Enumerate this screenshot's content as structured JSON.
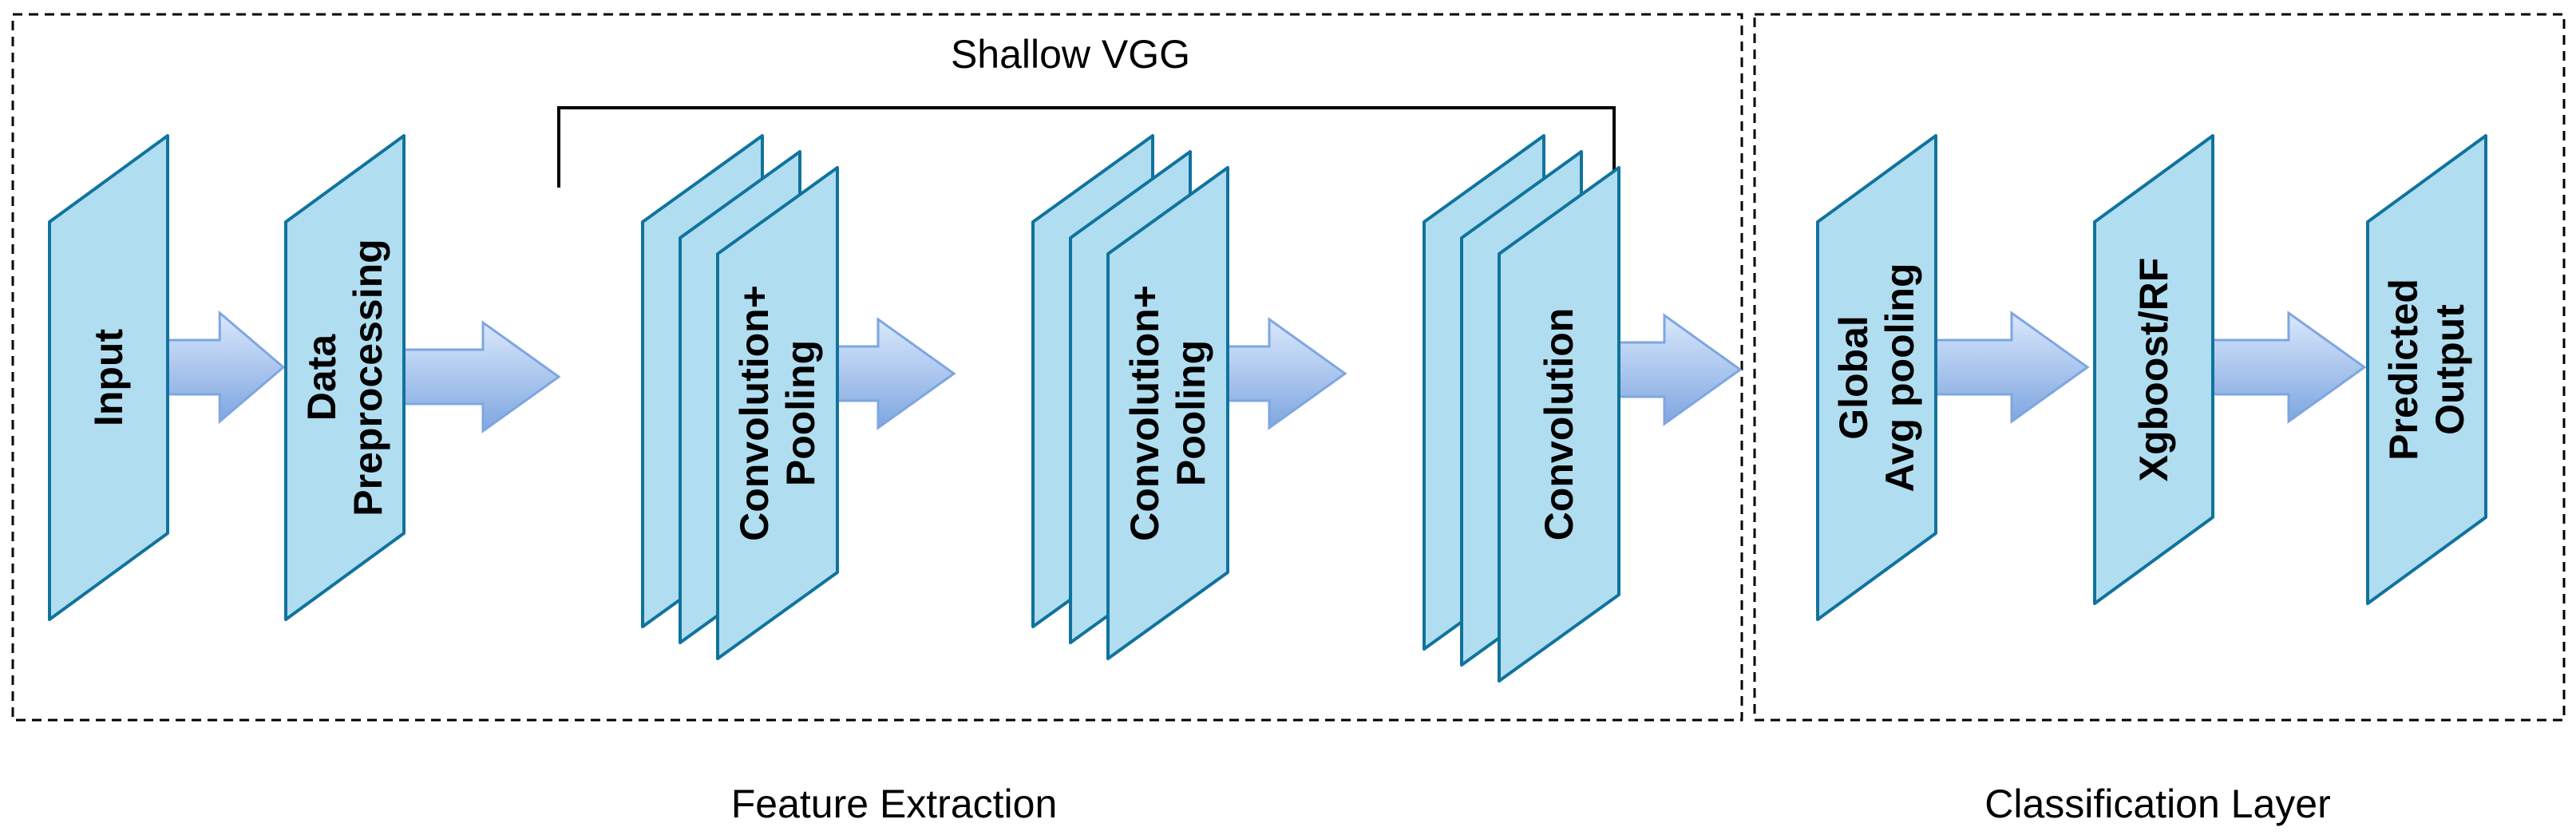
{
  "sections": {
    "feature_extraction": {
      "caption": "Feature Extraction"
    },
    "classification": {
      "caption": "Classification Layer"
    }
  },
  "group_label": "Shallow VGG",
  "blocks": [
    {
      "id": "input",
      "lines": [
        "Input"
      ],
      "stacked": false
    },
    {
      "id": "preprocessing",
      "lines": [
        "Data",
        "Preprocessing"
      ],
      "stacked": false
    },
    {
      "id": "conv-pool-1",
      "lines": [
        "Convolution+",
        "Pooling"
      ],
      "stacked": true
    },
    {
      "id": "conv-pool-2",
      "lines": [
        "Convolution+",
        "Pooling"
      ],
      "stacked": true
    },
    {
      "id": "conv-3",
      "lines": [
        "Convolution"
      ],
      "stacked": true
    },
    {
      "id": "global-avg-pooling",
      "lines": [
        "Global",
        "Avg pooling"
      ],
      "stacked": false
    },
    {
      "id": "classifier",
      "lines": [
        "Xgboost/RF"
      ],
      "stacked": false
    },
    {
      "id": "predicted-output",
      "lines": [
        "Predicted",
        "Output"
      ],
      "stacked": false
    }
  ],
  "colors": {
    "block_fill": "#b1ddf0",
    "block_stroke": "#10739e",
    "arrow_light": "#dae8fc",
    "arrow_dark": "#7ea6e0",
    "dash": "#000000"
  }
}
